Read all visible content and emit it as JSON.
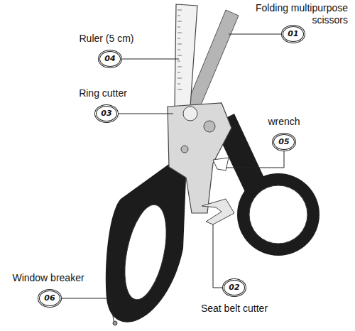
{
  "diagram": {
    "nodes": [
      {
        "text": [
          "Folding multipurpose scissors",
          "01"
        ]
      },
      {
        "text": [
          "Ruler (5 cm)",
          "04"
        ]
      },
      {
        "text": [
          "Ring cutter",
          "03"
        ]
      },
      {
        "text": [
          "wrench",
          "05"
        ]
      },
      {
        "text": [
          "Window breaker",
          "06"
        ]
      },
      {
        "text": [
          "Seat belt cutter",
          "02"
        ]
      }
    ]
  }
}
